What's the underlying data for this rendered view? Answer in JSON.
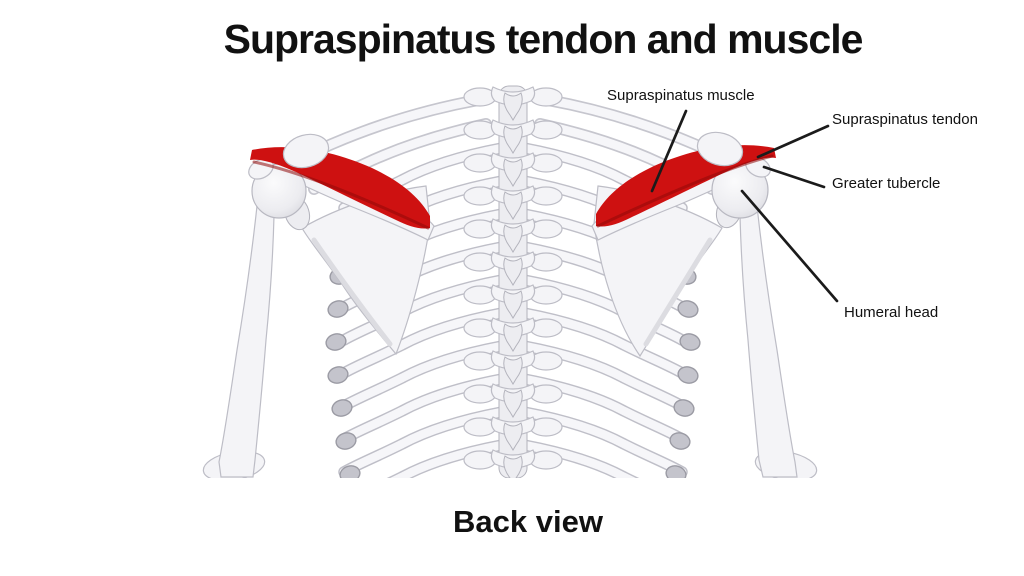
{
  "title": "Supraspinatus tendon and muscle",
  "caption": "Back view",
  "annotations": {
    "muscle": "Supraspinatus muscle",
    "tendon": "Supraspinatus tendon",
    "tubercle": "Greater tubercle",
    "humeral": "Humeral head"
  },
  "colors": {
    "muscle_red": "#ce1111",
    "muscle_dark": "#8f0a0a",
    "pointer_line": "#1b1b1b",
    "text": "#111111",
    "background": "#ffffff",
    "bone_fill": "#f4f4f7",
    "bone_outline": "#bdbdc6"
  }
}
